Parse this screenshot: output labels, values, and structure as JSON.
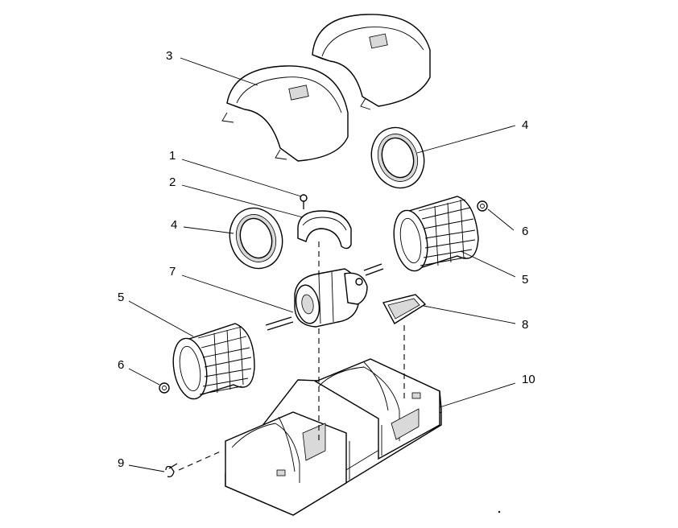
{
  "callouts": [
    {
      "id": "blower-cover-upper",
      "number": "3"
    },
    {
      "id": "rear-ring",
      "number": "4"
    },
    {
      "id": "screw",
      "number": "1"
    },
    {
      "id": "motor-clamp",
      "number": "2"
    },
    {
      "id": "front-ring",
      "number": "4"
    },
    {
      "id": "right-nut",
      "number": "6"
    },
    {
      "id": "right-wheel",
      "number": "5"
    },
    {
      "id": "motor",
      "number": "7"
    },
    {
      "id": "left-wheel",
      "number": "5"
    },
    {
      "id": "gasket",
      "number": "8"
    },
    {
      "id": "left-nut",
      "number": "6"
    },
    {
      "id": "housing",
      "number": "10"
    },
    {
      "id": "clip",
      "number": "9"
    }
  ]
}
